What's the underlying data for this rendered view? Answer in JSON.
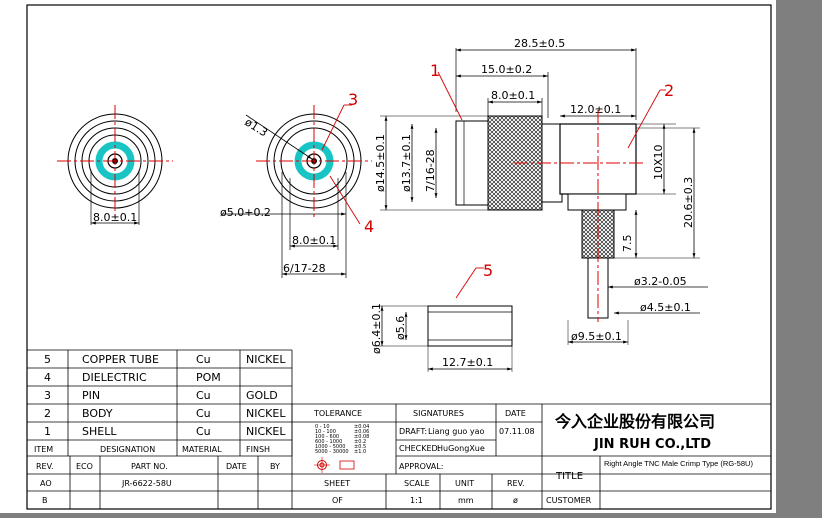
{
  "colors": {
    "leader": "#d40000",
    "centerline": "#e00000",
    "dielectric": "#19c4c4",
    "frame": "#000000",
    "background": "#7f7f7f"
  },
  "callouts": [
    "1",
    "2",
    "3",
    "4",
    "5"
  ],
  "dimensions": {
    "front_left_dia": "8.0±0.1",
    "pin_dia": "ø1.3",
    "dielectric_dia": "ø5.0+0.2",
    "front_right_dia": "8.0±0.1",
    "thread": "6/17-28",
    "overall_length": "28.5±0.5",
    "body_length": "15.0±0.2",
    "nut_length": "8.0±0.1",
    "head_width": "12.0±0.1",
    "dia_145": "ø14.5±0.1",
    "dia_137": "ø13.7±0.1",
    "thread_716": "7/16-28",
    "head_size": "10X10",
    "height": "20.6±0.3",
    "tail_75": "7.5",
    "dia_32": "ø3.2-0.05",
    "dia_45": "ø4.5±0.1",
    "dia_95": "ø9.5±0.1",
    "tube_od": "ø6.4±0.1",
    "tube_id": "ø5.6",
    "tube_len": "12.7±0.1"
  },
  "bom": [
    {
      "item": "5",
      "name": "COPPER TUBE",
      "material": "Cu",
      "finish": "NICKEL"
    },
    {
      "item": "4",
      "name": "DIELECTRIC",
      "material": "POM",
      "finish": ""
    },
    {
      "item": "3",
      "name": "PIN",
      "material": "Cu",
      "finish": "GOLD"
    },
    {
      "item": "2",
      "name": "BODY",
      "material": "Cu",
      "finish": "NICKEL"
    },
    {
      "item": "1",
      "name": "SHELL",
      "material": "Cu",
      "finish": "NICKEL"
    }
  ],
  "bom_header": {
    "item": "ITEM",
    "name": "DESIGNATION",
    "material": "MATERIAL",
    "finish": "FINSH"
  },
  "rev_header": {
    "rev": "REV.",
    "eco": "ECO",
    "part": "PART NO.",
    "date": "DATE",
    "by": "BY"
  },
  "rev_rows": [
    {
      "rev": "AO",
      "part": "JR-6622-58U"
    },
    {
      "rev": "B",
      "part": ""
    }
  ],
  "tolerance": {
    "title": "TOLERANCE",
    "rows": [
      [
        "0 - 10",
        "±0.04"
      ],
      [
        "10 - 100",
        "±0.06"
      ],
      [
        "100 - 600",
        "±0.08"
      ],
      [
        "600 - 1000",
        "±0.2"
      ],
      [
        "1000 - 5000",
        "±0.5"
      ],
      [
        "5000 - 30000",
        "±1.0"
      ]
    ]
  },
  "signatures": {
    "title": "SIGNATURES",
    "draft_label": "DRAFT:",
    "draft_name": "Liang guo yao",
    "checked_label": "CHECKED:",
    "checked_name": "HuGongXue",
    "approval_label": "APPROVAL:"
  },
  "date_block": {
    "label": "DATE",
    "value": "07.11.08"
  },
  "company": {
    "chinese": "今入企业股份有限公司",
    "english": "JIN RUH CO.,LTD"
  },
  "title_block": {
    "title_label": "TITLE",
    "title_value": "Right Angle TNC Male Crimp Type (RG-58U)",
    "customer_label": "CUSTOMER"
  },
  "sheet_block": {
    "sheet_label": "SHEET",
    "scale_label": "SCALE",
    "unit_label": "UNIT",
    "rev_label": "REV.",
    "sheet_value": "OF",
    "scale_value": "1:1",
    "unit_value": "mm",
    "rev_value": "ø"
  }
}
